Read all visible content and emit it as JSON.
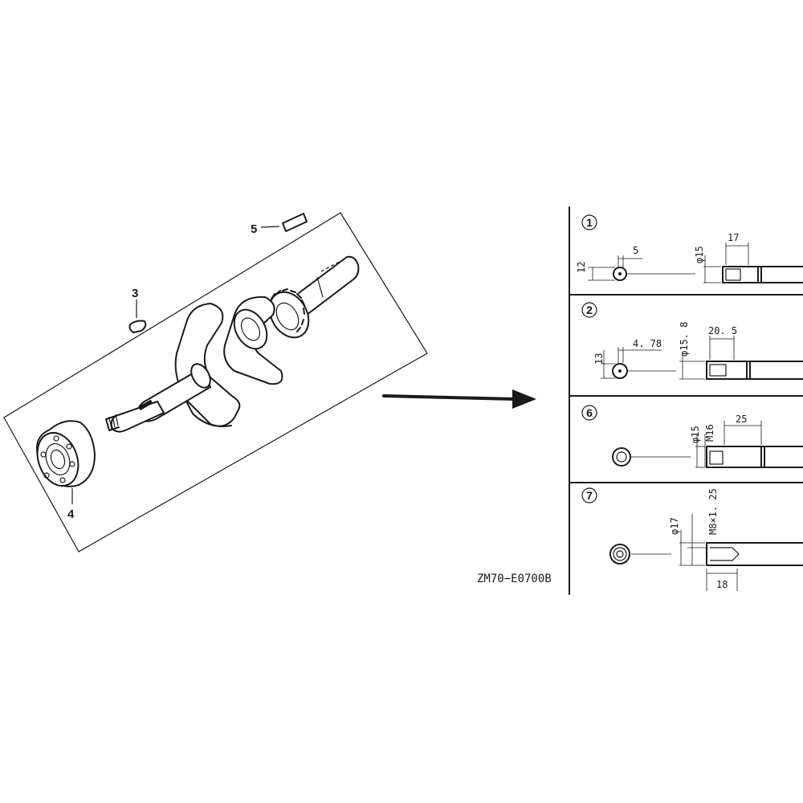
{
  "callouts": {
    "part_3": "3",
    "part_4": "4",
    "part_5": "5"
  },
  "variants": [
    {
      "number": "1",
      "dims": [
        "12",
        "5",
        "φ15",
        "17"
      ]
    },
    {
      "number": "2",
      "dims": [
        "13",
        "4. 78",
        "φ15. 8",
        "20. 5"
      ]
    },
    {
      "number": "6",
      "dims": [
        "φ15",
        "M16",
        "25"
      ]
    },
    {
      "number": "7",
      "dims": [
        "φ17",
        "M8×1. 25",
        "18"
      ]
    }
  ],
  "drawing_code": "ZM70−E0700B"
}
